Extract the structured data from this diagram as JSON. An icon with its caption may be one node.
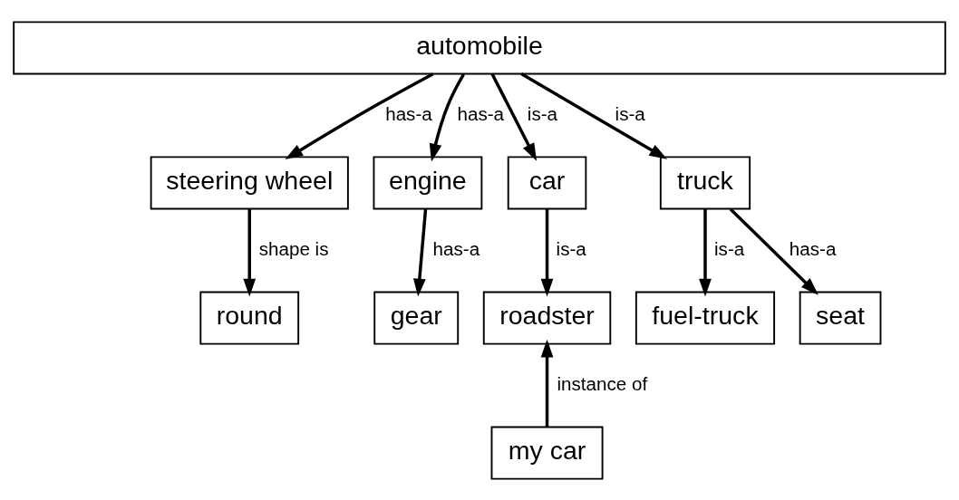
{
  "diagram": {
    "nodes": [
      {
        "text": [
          "automobile"
        ]
      },
      {
        "text": [
          "steering wheel"
        ]
      },
      {
        "text": [
          "engine"
        ]
      },
      {
        "text": [
          "car"
        ]
      },
      {
        "text": [
          "truck"
        ]
      },
      {
        "text": [
          "round"
        ]
      },
      {
        "text": [
          "gear"
        ]
      },
      {
        "text": [
          "roadster"
        ]
      },
      {
        "text": [
          "fuel-truck"
        ]
      },
      {
        "text": [
          "seat"
        ]
      },
      {
        "text": [
          "my car"
        ]
      }
    ],
    "edges": [
      {
        "from": 0,
        "to": 1,
        "arrow": "to",
        "label": "has-a"
      },
      {
        "from": 0,
        "to": 2,
        "arrow": "to",
        "label": "has-a"
      },
      {
        "from": 0,
        "to": 3,
        "arrow": "to",
        "label": "is-a"
      },
      {
        "from": 0,
        "to": 4,
        "arrow": "to",
        "label": "is-a"
      },
      {
        "from": 1,
        "to": 5,
        "arrow": "to",
        "label": "shape is"
      },
      {
        "from": 2,
        "to": 6,
        "arrow": "to",
        "label": "has-a"
      },
      {
        "from": 3,
        "to": 7,
        "arrow": "to",
        "label": "is-a"
      },
      {
        "from": 4,
        "to": 8,
        "arrow": "to",
        "label": "is-a"
      },
      {
        "from": 4,
        "to": 9,
        "arrow": "to",
        "label": "has-a"
      },
      {
        "from": 10,
        "to": 7,
        "arrow": "to",
        "label": "instance of"
      }
    ]
  }
}
